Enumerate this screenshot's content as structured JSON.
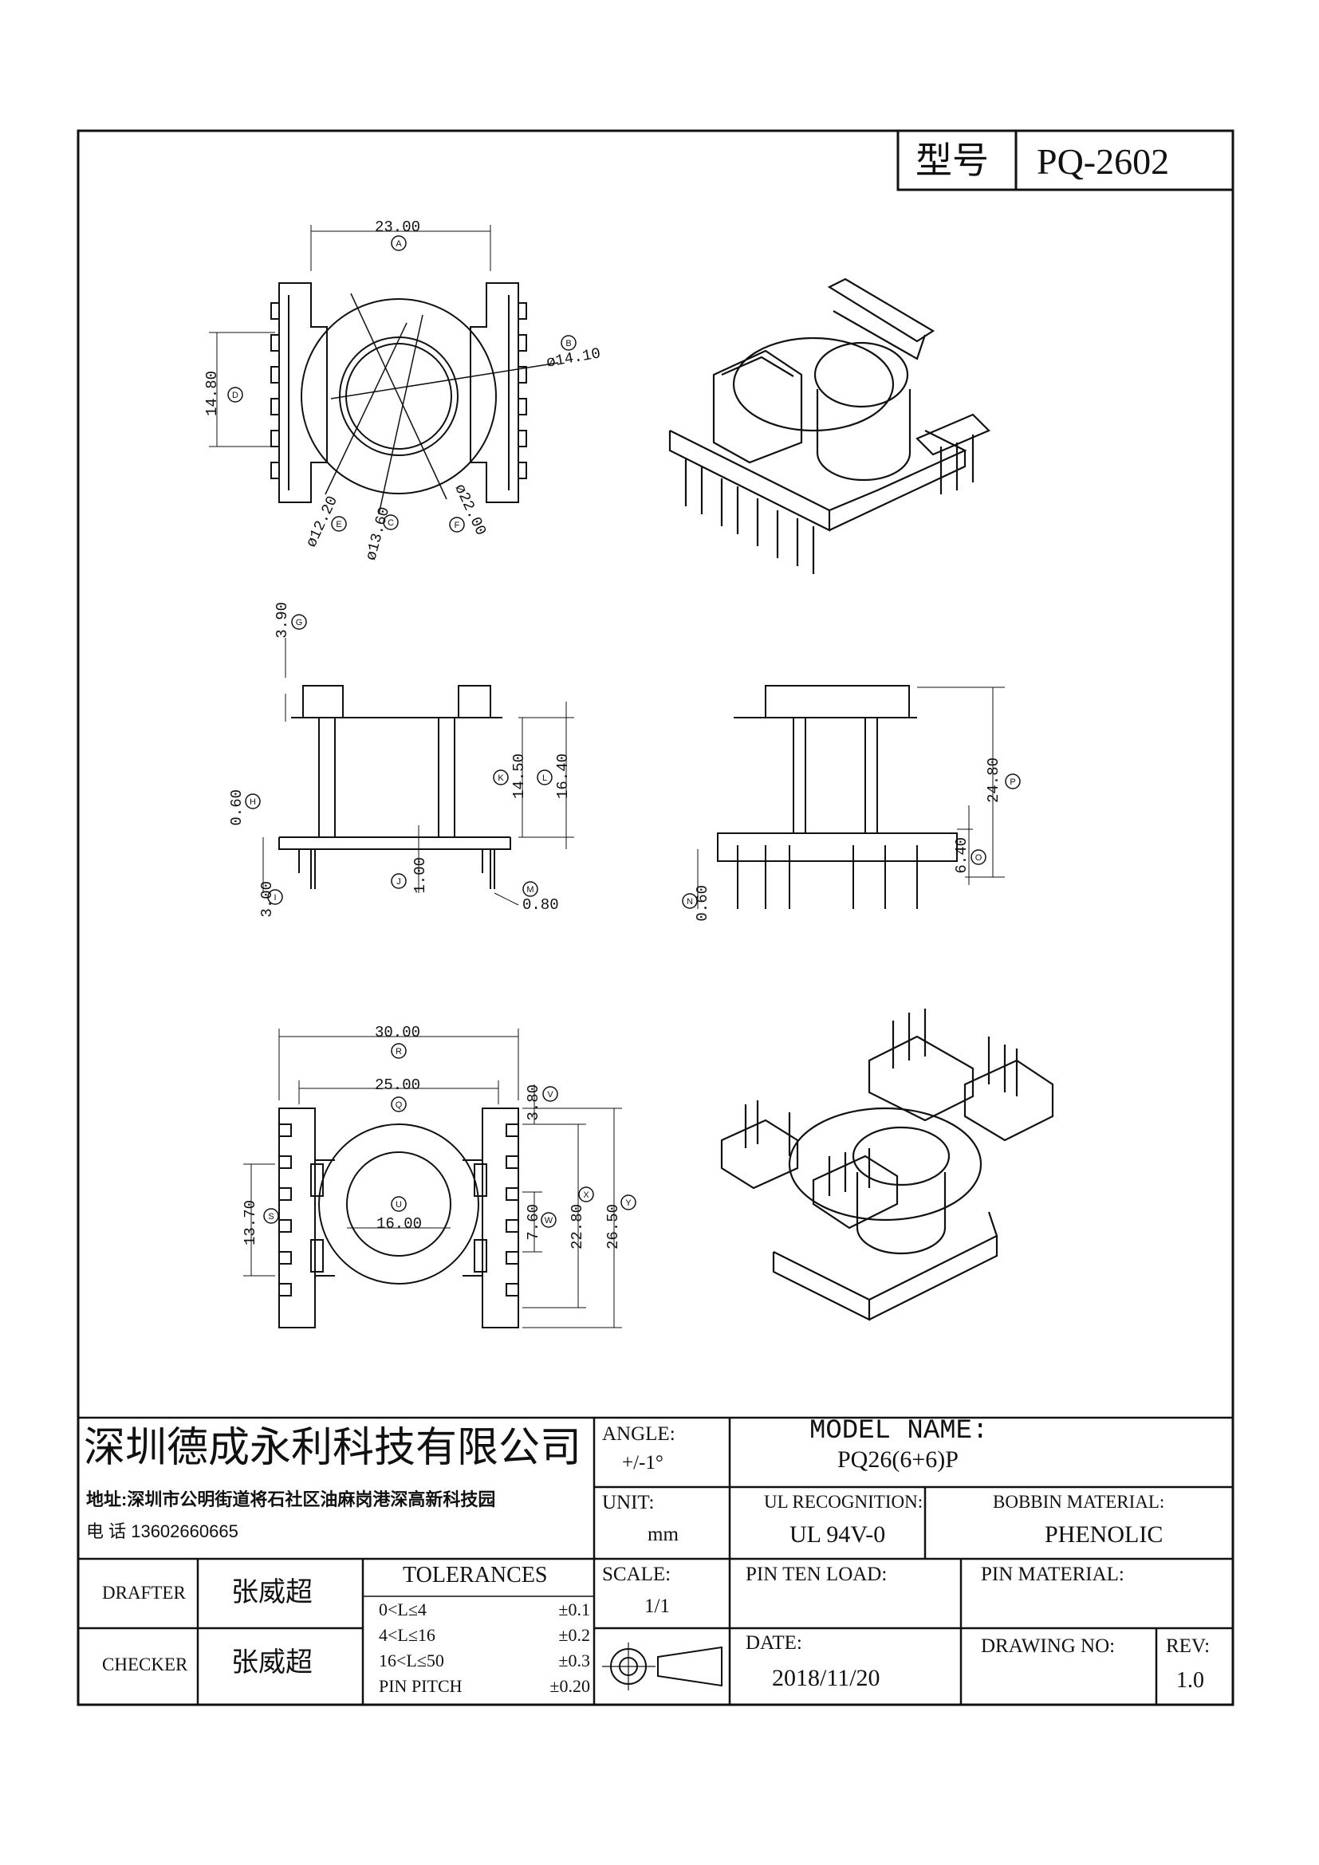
{
  "model_box": {
    "label": "型号",
    "value": "PQ-2602"
  },
  "dimensions": {
    "top_view": {
      "A": "23.00",
      "B": "ø14.10",
      "C": "ø13.60",
      "D": "14.80",
      "E": "ø12.20",
      "F": "ø22.00"
    },
    "side_view": {
      "G": "3.90",
      "H": "0.60",
      "I": "3.00",
      "J": "1.00",
      "K": "14.50",
      "L": "16.40",
      "M": "0.80"
    },
    "front_view": {
      "N": "0.60",
      "O": "6.40",
      "P": "24.80"
    },
    "bottom_view": {
      "R": "30.00",
      "Q": "25.00",
      "S": "13.70",
      "U": "16.00",
      "V": "3.80",
      "W": "7.60",
      "X": "22.80",
      "Y": "26.50"
    },
    "markers": [
      "A",
      "B",
      "C",
      "D",
      "E",
      "F",
      "G",
      "H",
      "I",
      "J",
      "K",
      "L",
      "M",
      "N",
      "O",
      "P",
      "Q",
      "R",
      "S",
      "U",
      "V",
      "W",
      "X",
      "Y"
    ]
  },
  "title_block": {
    "company": "深圳德成永利科技有限公司",
    "address": "地址:深圳市公明街道将石社区油麻岗港深高新科技园",
    "phone": "电 话  13602660665",
    "angle_label": "ANGLE:",
    "angle_value": "+/-1°",
    "unit_label": "UNIT:",
    "unit_value": "mm",
    "scale_label": "SCALE:",
    "scale_value": "1/1",
    "model_name_label": "MODEL NAME:",
    "model_name_value": "PQ26(6+6)P",
    "ul_label": "UL RECOGNITION:",
    "ul_value": "UL 94V-0",
    "bobbin_label": "BOBBIN MATERIAL:",
    "bobbin_value": "PHENOLIC",
    "pin_load_label": "PIN TEN LOAD:",
    "pin_material_label": "PIN MATERIAL:",
    "date_label": "DATE:",
    "date_value": "2018/11/20",
    "drawing_no_label": "DRAWING NO:",
    "rev_label": "REV:",
    "rev_value": "1.0",
    "drafter_label": "DRAFTER",
    "drafter_value": "张威超",
    "checker_label": "CHECKER",
    "checker_value": "张威超",
    "tolerances_title": "TOLERANCES",
    "tolerances": [
      {
        "range": "0<L≤4",
        "value": "±0.1"
      },
      {
        "range": "4<L≤16",
        "value": "±0.2"
      },
      {
        "range": "16<L≤50",
        "value": "±0.3"
      },
      {
        "range": "PIN PITCH",
        "value": "±0.20"
      }
    ]
  }
}
